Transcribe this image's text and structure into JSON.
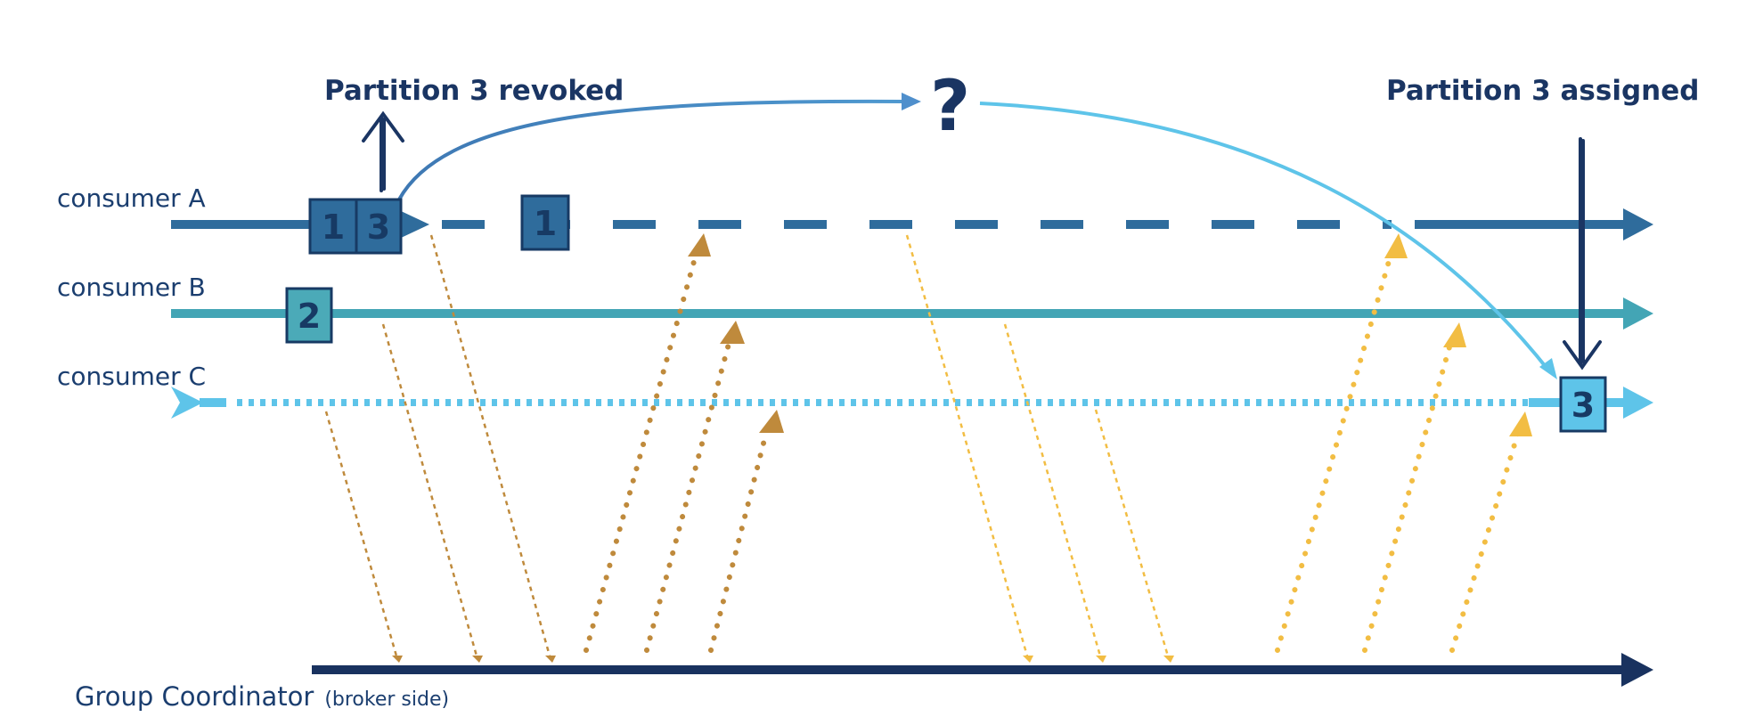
{
  "labels": {
    "consumer_a": "consumer A",
    "consumer_b": "consumer B",
    "consumer_c": "consumer C",
    "revoked": "Partition 3 revoked",
    "assigned": "Partition 3 assigned",
    "unknown": "?",
    "coordinator": "Group Coordinator",
    "coordinator_note": "(broker side)"
  },
  "partitions": {
    "a_first": "1",
    "a_second": "3",
    "a_after": "1",
    "b": "2",
    "c": "3"
  },
  "colors": {
    "consumer_a": "#2f6c9c",
    "consumer_b": "#43a5b5",
    "consumer_c": "#5ec4e9",
    "coordinator": "#19325f",
    "box_a": "#2f6c9c",
    "box_b": "#4baab8",
    "box_c": "#5ec4e9",
    "box_border": "#173a64",
    "heartbeat_brown": "#bf8a3c",
    "heartbeat_yellow": "#f2bd43",
    "curve_start": "#3e78b3",
    "curve_end": "#5ec4e9"
  }
}
